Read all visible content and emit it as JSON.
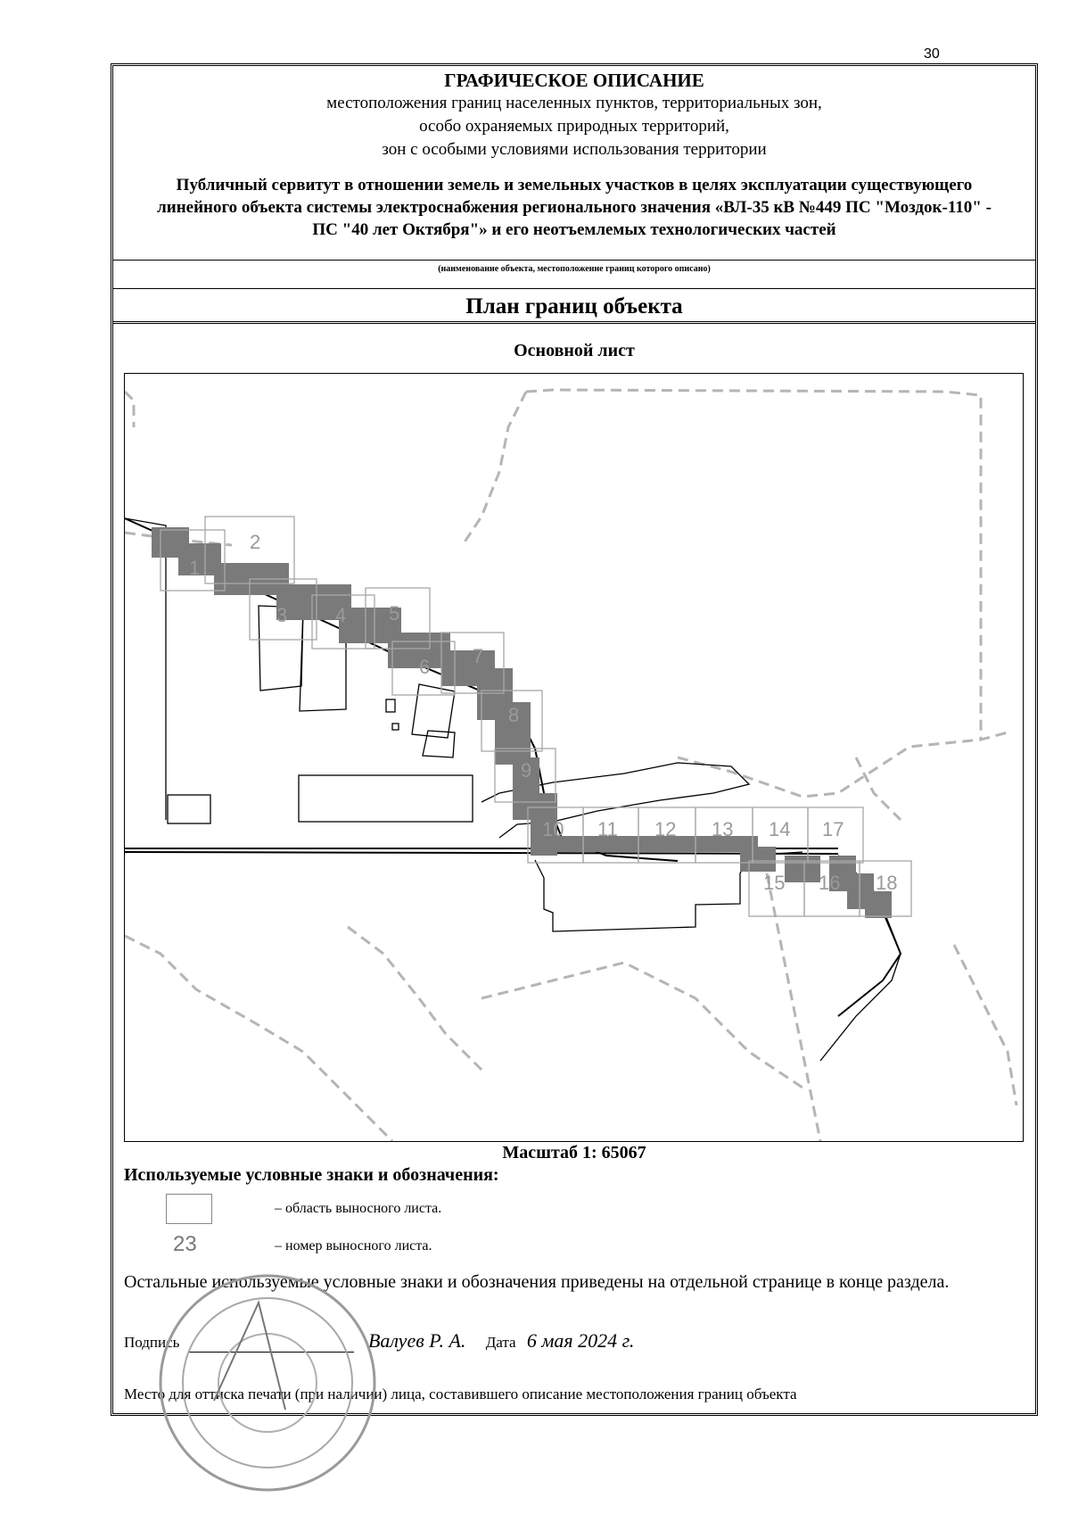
{
  "page_number": "30",
  "header": {
    "title": "ГРАФИЧЕСКОЕ ОПИСАНИЕ",
    "subtitle_lines": [
      "местоположения границ населенных пунктов, территориальных зон,",
      "особо охраняемых природных территорий,",
      "зон с особыми условиями использования территории"
    ],
    "object_name": "Публичный сервитут в отношении земель и земельных участков в целях эксплуатации существующего линейного объекта системы электроснабжения регионального значения «ВЛ-35 кВ №449 ПС \"Моздок-110\" - ПС \"40 лет Октября\"» и его неотъемлемых технологических частей",
    "object_caption": "(наименование объекта, местоположение границ которого описано)"
  },
  "plan_title": "План границ объекта",
  "sheet_title": "Основной лист",
  "map": {
    "sheet_numbers": [
      "1",
      "2",
      "3",
      "4",
      "5",
      "6",
      "7",
      "8",
      "9",
      "10",
      "11",
      "12",
      "13",
      "14",
      "17",
      "15",
      "16",
      "18"
    ],
    "colors": {
      "sheet_outline": "#a8a8a8",
      "sheet_number": "#9a9a9a",
      "servitude_fill": "#7a7a7a",
      "dashed_boundary": "#b0b0b0"
    }
  },
  "scale": "Масштаб 1: 65067",
  "legend": {
    "title": "Используемые условные знаки и обозначения:",
    "items": [
      {
        "symbol": "box",
        "text": "– область выносного листа."
      },
      {
        "symbol": "23",
        "text": "– номер выносного листа."
      }
    ]
  },
  "note": "Остальные используемые условные знаки и обозначения приведены на отдельной странице в конце раздела.",
  "signature": {
    "label": "Подпись",
    "name": "Валуев Р. А.",
    "date_label": "Дата",
    "date": "6 мая 2024 г."
  },
  "place_note": "Место для оттиска печати (при наличии) лица, составившего описание местоположения границ объекта"
}
